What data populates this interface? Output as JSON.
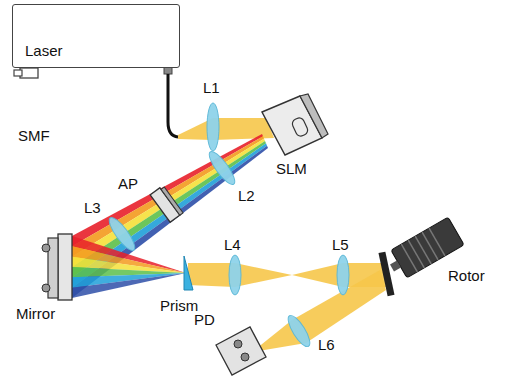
{
  "diagram": {
    "nodes": [
      {
        "text": [
          "Laser"
        ]
      }
    ],
    "labels": [
      "SMF",
      "L1",
      "SLM",
      "L2",
      "AP",
      "L3",
      "Mirror",
      "Prism",
      "L4",
      "L5",
      "Rotor",
      "L6",
      "PD"
    ]
  }
}
